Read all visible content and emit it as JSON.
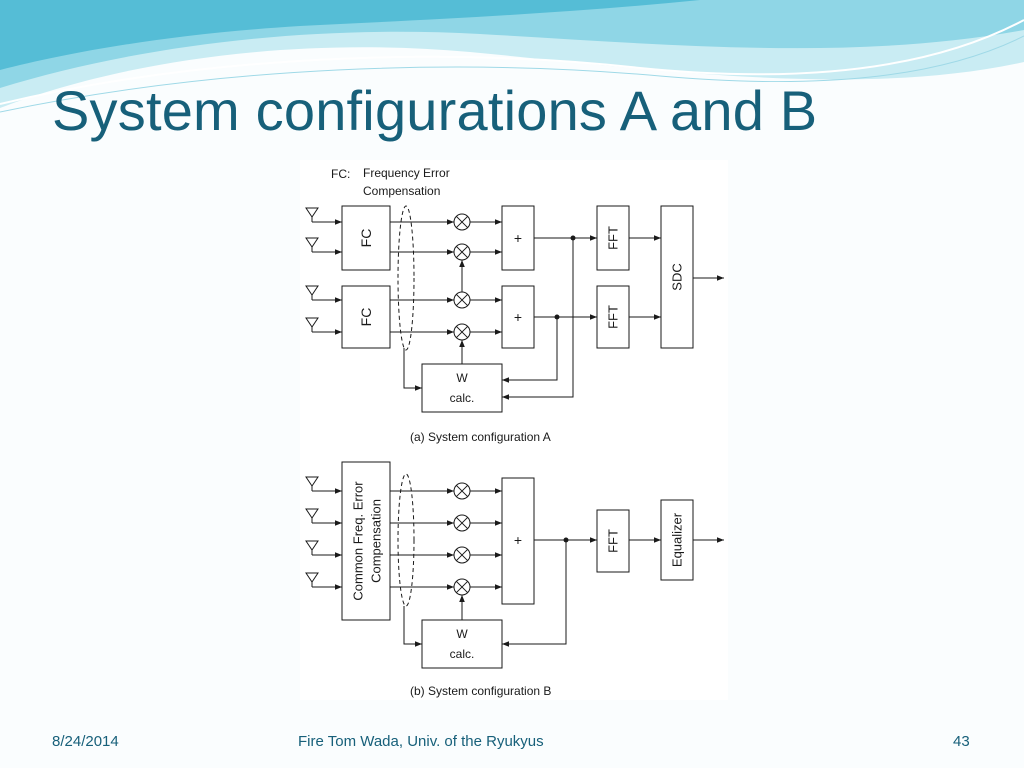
{
  "slide": {
    "title": "System configurations A and B",
    "footer": {
      "date": "8/24/2014",
      "center": "Fire Tom Wada, Univ. of the Ryukyus",
      "page": "43"
    }
  },
  "diagram": {
    "legend_fc": "FC:",
    "legend_desc_line1": "Frequency Error",
    "legend_desc_line2": "Compensation",
    "config_a": {
      "fc_label": "FC",
      "adder_label": "+",
      "fft_label": "FFT",
      "sdc_label": "SDC",
      "w_label": "W",
      "calc_label": "calc.",
      "caption": "(a) System configuration A"
    },
    "config_b": {
      "common_line1": "Common Freq. Error",
      "common_line2": "Compensation",
      "adder_label": "+",
      "fft_label": "FFT",
      "equalizer_label": "Equalizer",
      "w_label": "W",
      "calc_label": "calc.",
      "caption": "(b) System configuration B"
    }
  },
  "colors": {
    "title": "#17607a",
    "footer": "#17607a",
    "wave_light": "#bfe8f0",
    "wave_mid": "#7fd0e1",
    "wave_dark": "#4cb8d2"
  }
}
